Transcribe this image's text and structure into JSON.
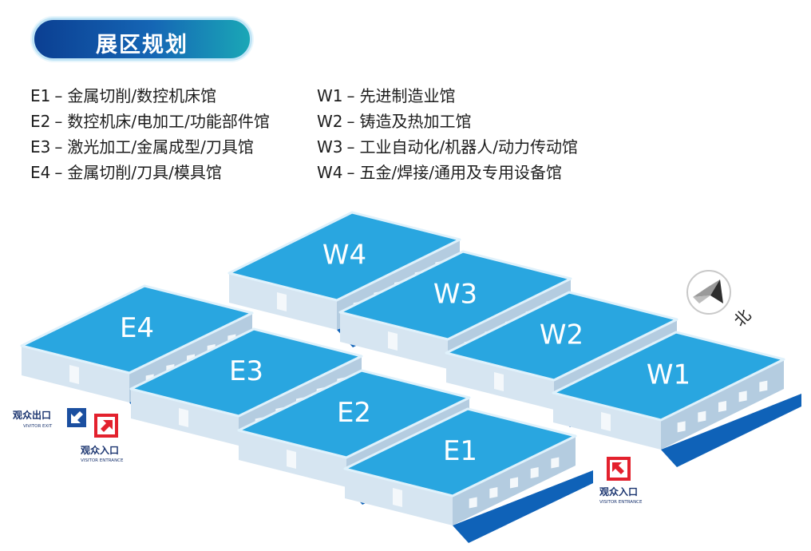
{
  "title": "展区规划",
  "legend": {
    "left": [
      {
        "code": "E1",
        "name": "金属切削/数控机床馆"
      },
      {
        "code": "E2",
        "name": "数控机床/电加工/功能部件馆"
      },
      {
        "code": "E3",
        "name": "激光加工/金属成型/刀具馆"
      },
      {
        "code": "E4",
        "name": "金属切削/刀具/模具馆"
      }
    ],
    "right": [
      {
        "code": "W1",
        "name": "先进制造业馆"
      },
      {
        "code": "W2",
        "name": "铸造及热加工馆"
      },
      {
        "code": "W3",
        "name": "工业自动化/机器人/动力传动馆"
      },
      {
        "code": "W4",
        "name": "五金/焊接/通用及专用设备馆"
      }
    ],
    "separator": "–"
  },
  "halls": {
    "W4": "W4",
    "W3": "W3",
    "W2": "W2",
    "W1": "W1",
    "E4": "E4",
    "E3": "E3",
    "E2": "E2",
    "E1": "E1"
  },
  "compass": {
    "label": "北",
    "icon": "compass-arrow-icon"
  },
  "signs": {
    "exit": {
      "cn": "观众出口",
      "en": "VIVITOR EXIT",
      "icon": "exit-arrow-icon"
    },
    "entrance_west": {
      "cn": "观众入口",
      "en": "VISITOR ENTRANCE",
      "icon": "entrance-arrow-icon"
    },
    "entrance_east": {
      "cn": "观众入口",
      "en": "VISITOR ENTRANCE",
      "icon": "entrance-arrow-icon"
    }
  },
  "colors": {
    "roof": "#29a6e0",
    "roof_edge": "#dff1fb",
    "wall_front": "#b4cce0",
    "wall_side": "#d6e5f1",
    "shadow": "#0f62b8",
    "exit_sign": "#1b4fa0",
    "entrance_sign": "#e3212d"
  }
}
